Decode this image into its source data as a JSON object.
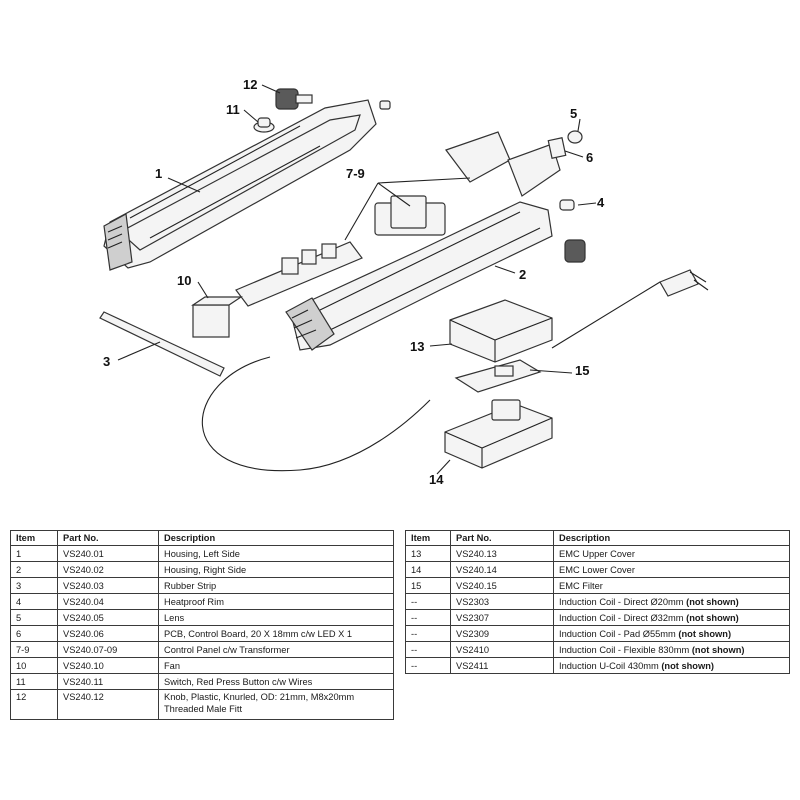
{
  "callouts": {
    "c1": "1",
    "c2": "2",
    "c3": "3",
    "c4": "4",
    "c5": "5",
    "c6": "6",
    "c79": "7-9",
    "c10": "10",
    "c11": "11",
    "c12": "12",
    "c13": "13",
    "c14": "14",
    "c15": "15"
  },
  "headers": {
    "item": "Item",
    "part_no": "Part No.",
    "description": "Description"
  },
  "parts_left": [
    {
      "item": "1",
      "part_no": "VS240.01",
      "description": "Housing, Left Side"
    },
    {
      "item": "2",
      "part_no": "VS240.02",
      "description": "Housing, Right Side"
    },
    {
      "item": "3",
      "part_no": "VS240.03",
      "description": "Rubber Strip"
    },
    {
      "item": "4",
      "part_no": "VS240.04",
      "description": "Heatproof Rim"
    },
    {
      "item": "5",
      "part_no": "VS240.05",
      "description": "Lens"
    },
    {
      "item": "6",
      "part_no": "VS240.06",
      "description": "PCB, Control Board, 20 X 18mm c/w LED X 1"
    },
    {
      "item": "7-9",
      "part_no": "VS240.07-09",
      "description": "Control Panel c/w Transformer"
    },
    {
      "item": "10",
      "part_no": "VS240.10",
      "description": "Fan"
    },
    {
      "item": "11",
      "part_no": "VS240.11",
      "description": "Switch, Red Press Button c/w Wires"
    },
    {
      "item": "12",
      "part_no": "VS240.12",
      "description": "Knob, Plastic, Knurled, OD: 21mm, M8x20mm",
      "description_2": "Threaded Male Fitt"
    }
  ],
  "parts_right": [
    {
      "item": "13",
      "part_no": "VS240.13",
      "description": "EMC Upper Cover"
    },
    {
      "item": "14",
      "part_no": "VS240.14",
      "description": "EMC Lower Cover"
    },
    {
      "item": "15",
      "part_no": "VS240.15",
      "description": "EMC Filter"
    },
    {
      "item": "--",
      "part_no": "VS2303",
      "description": "Induction Coil - Direct Ø20mm",
      "note": "(not shown)"
    },
    {
      "item": "--",
      "part_no": "VS2307",
      "description": "Induction Coil - Direct Ø32mm",
      "note": "(not shown)"
    },
    {
      "item": "--",
      "part_no": "VS2309",
      "description": "Induction Coil - Pad Ø55mm",
      "note": "(not shown)"
    },
    {
      "item": "--",
      "part_no": "VS2410",
      "description": "Induction Coil - Flexible 830mm",
      "note": "(not shown)"
    },
    {
      "item": "--",
      "part_no": "VS2411",
      "description": "Induction U-Coil 430mm",
      "note": "(not shown)"
    }
  ]
}
